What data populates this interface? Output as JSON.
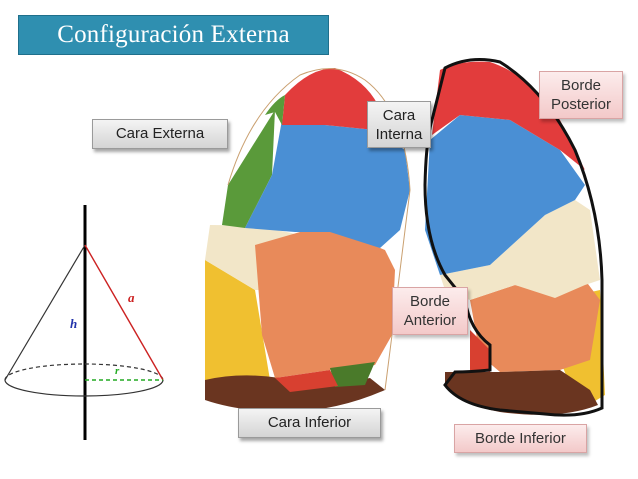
{
  "title": "Configuración Externa",
  "labels": {
    "cara_externa": "Cara Externa",
    "cara_interna_line1": "Cara",
    "cara_interna_line2": "Interna",
    "borde_posterior_line1": "Borde",
    "borde_posterior_line2": "Posterior",
    "borde_anterior_line1": "Borde",
    "borde_anterior_line2": "Anterior",
    "cara_inferior": "Cara Inferior",
    "borde_inferior": "Borde Inferior"
  },
  "cone": {
    "h": "h",
    "a": "a",
    "r": "r",
    "colors": {
      "h": "#2233aa",
      "a": "#cc2222",
      "r": "#22aa22"
    }
  },
  "colors": {
    "title_bg": "#2f8fb0",
    "lobe_red": "#e23c3c",
    "lobe_blue": "#4a8fd4",
    "lobe_green": "#5a9a3a",
    "lobe_cream": "#f2e6c8",
    "lobe_salmon": "#e88a5a",
    "lobe_yellow": "#f0c030"
  }
}
